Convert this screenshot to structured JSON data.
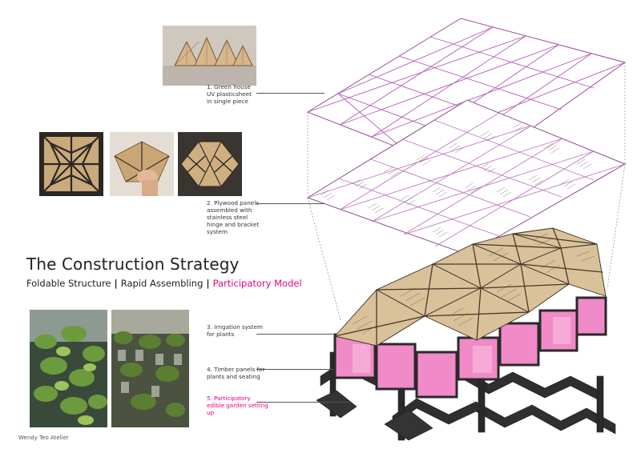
{
  "title": "The Construction Strategy",
  "subtitle": {
    "part1": "Foldable Structure",
    "sep1": " | ",
    "part2": "Rapid Assembling",
    "sep2": " | ",
    "part3": "Participatory Model"
  },
  "labels": [
    {
      "text": "1. Green house\nUV plasticsheet\nin single piece",
      "highlight": false
    },
    {
      "text": "2. Plywood panels\nassembled with\nstainless steel\nhinge and bracket\nsystem",
      "highlight": false
    },
    {
      "text": "3. Irrigation system\nfor plants",
      "highlight": false
    },
    {
      "text": "4. Timber panels for\nplants and seating",
      "highlight": false
    },
    {
      "text": "5. Participatory\nedible garden setting\nup",
      "highlight": true
    }
  ],
  "credit": "Wendy Teo Atelier",
  "colors": {
    "accent": "#e5007e",
    "plywood": "#d9c29a",
    "frame": "#2a2a2a",
    "panel_pink": "#f08ac8"
  }
}
